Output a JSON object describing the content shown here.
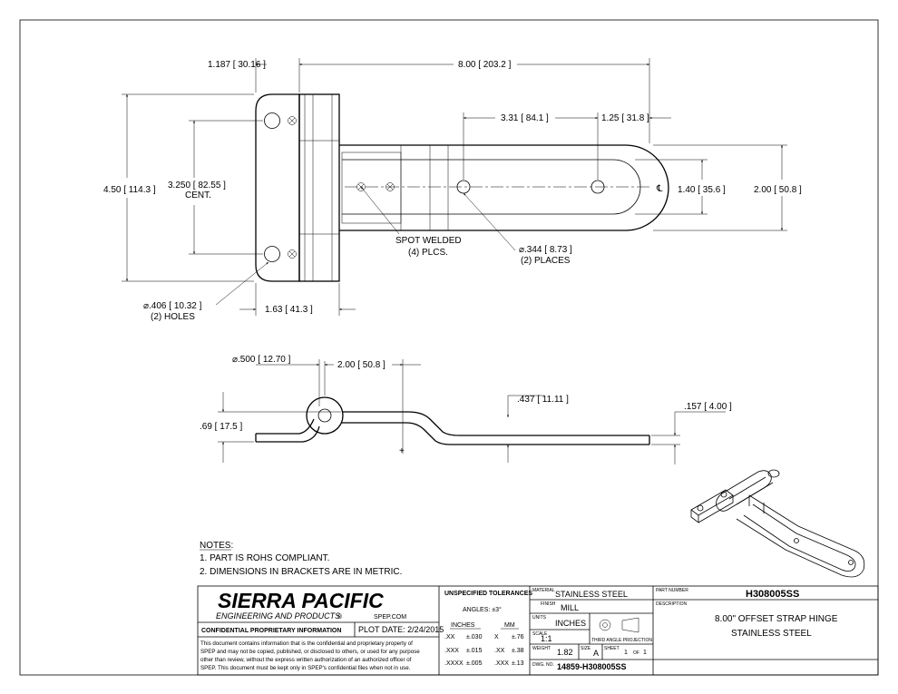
{
  "dims": {
    "flange_width": "1.187 [ 30.16 ]",
    "overall_length": "8.00 [ 203.2 ]",
    "hole_spacing": "3.31 [ 84.1 ]",
    "end_hole": "1.25 [ 31.8 ]",
    "height": "4.50 [ 114.3 ]",
    "hole_center_line1": "3.250 [ 82.55 ]",
    "hole_center_line2": "CENT.",
    "strap_width_inner": "1.40 [ 35.6 ]",
    "strap_width": "2.00 [ 50.8 ]",
    "spot_weld_line1": "SPOT WELDED",
    "spot_weld_line2": "(4) PLCS.",
    "strap_hole_line1": "⌀.344 [ 8.73 ]",
    "strap_hole_line2": "(2) PLACES",
    "flange_hole_line1": "⌀.406 [ 10.32 ]",
    "flange_hole_line2": "(2) HOLES",
    "flange_offset": "1.63 [ 41.3 ]",
    "pin_dia": "⌀.500 [ 12.70 ]",
    "side_offset": "2.00 [ 50.8 ]",
    "offset_height": ".437 [ 11.11 ]",
    "thickness": ".157 [ 4.00 ]",
    "side_height": ".69 [ 17.5 ]",
    "centerline_symbol": "℄"
  },
  "notes": {
    "title": "NOTES:",
    "items": [
      "1.   PART IS ROHS COMPLIANT.",
      "2.   DIMENSIONS IN BRACKETS ARE IN METRIC."
    ]
  },
  "title_block": {
    "company": "SIERRA PACIFIC",
    "company_sub": "ENGINEERING AND PRODUCTS",
    "registered": "®",
    "website": "SPEP.COM",
    "confidential_header": "CONFIDENTIAL PROPRIETARY INFORMATION",
    "plot_date": "PLOT DATE:  2/24/2015",
    "confidential_text": [
      "This document contains information that is the confidential and proprietary property of",
      "SPEP and may not be copied, published, or disclosed to others, or used for any purpose",
      "other than review, without the express written authorization of an authorized officer of",
      "SPEP. This document must be kept only in SPEP's confidential files when not in use."
    ],
    "tol_header": "UNSPECIFIED TOLERANCES",
    "angles": "ANGLES:  ±3°",
    "inches_label": "INCHES",
    "mm_label": "MM",
    "tol_rows": [
      {
        "in": ".XX",
        "in_tol": "±.030",
        "mm": "X",
        "mm_tol": "±.76"
      },
      {
        "in": ".XXX",
        "in_tol": "±.015",
        "mm": ".XX",
        "mm_tol": "±.38"
      },
      {
        "in": ".XXXX",
        "in_tol": "±.005",
        "mm": ".XXX",
        "mm_tol": "±.13"
      }
    ],
    "material_label": "MATERIAL",
    "material": "STAINLESS STEEL",
    "finish_label": "FINISH",
    "finish": "MILL",
    "units_label": "UNITS",
    "units": "INCHES",
    "scale_label": "SCALE",
    "scale": "1:1",
    "projection": "THIRD ANGLE PROJECTION",
    "weight_label": "WEIGHT",
    "weight": "1.82",
    "size_label": "SIZE",
    "size": "A",
    "sheet_label": "SHEET",
    "sheet": "1",
    "of_label": "OF",
    "sheet_total": "1",
    "dwg_label": "DWG. NO.",
    "dwg_no": "14859-H308005SS",
    "part_label": "PART NUMBER",
    "part_number": "H308005SS",
    "desc_label": "DESCRIPTION",
    "desc_line1": "8.00\" OFFSET STRAP HINGE",
    "desc_line2": "STAINLESS STEEL"
  }
}
